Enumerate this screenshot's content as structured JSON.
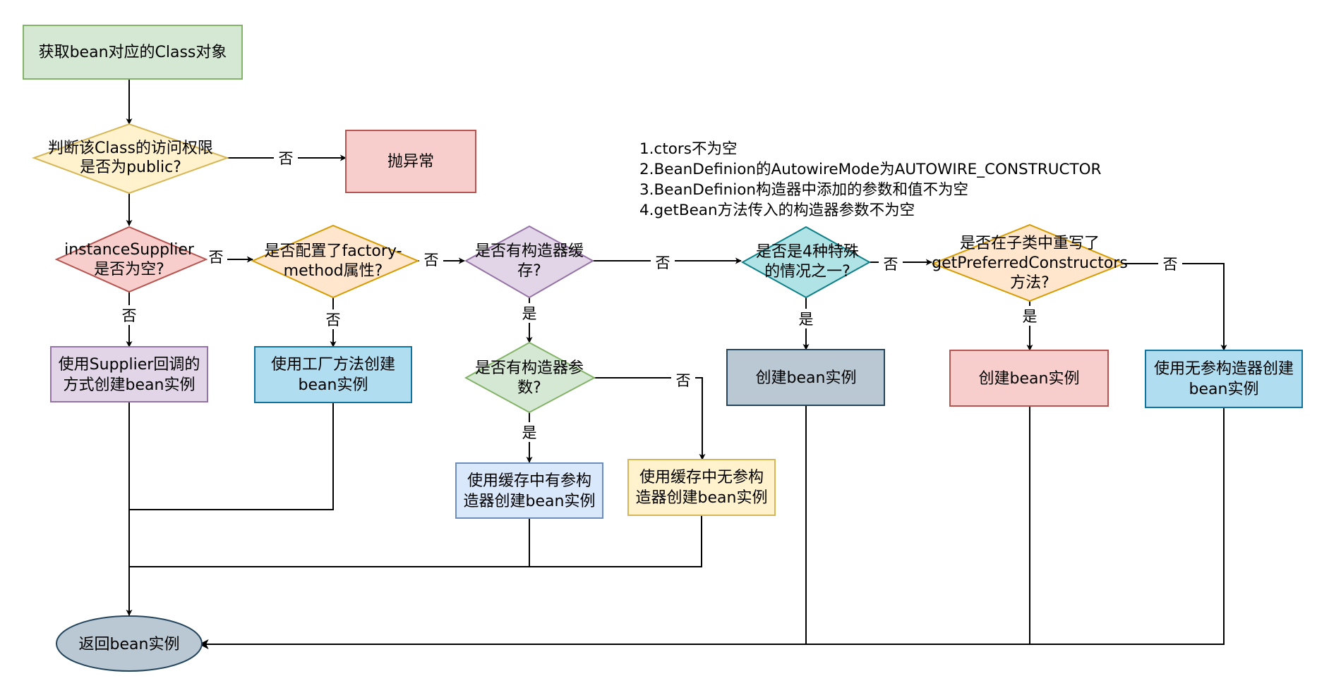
{
  "nodes": {
    "get_class": {
      "text": "获取bean对应的Class对象",
      "fill": "#d5e8d4",
      "stroke": "#82b366"
    },
    "check_public": {
      "line1": "判断该Class的访问权限",
      "line2": "是否为public?",
      "fill": "#fff2cc",
      "stroke": "#d6b656"
    },
    "throw_exception": {
      "text": "抛异常",
      "fill": "#f8cecc",
      "stroke": "#b85450"
    },
    "instance_supplier": {
      "line1": "instanceSupplier",
      "line2": "是否为空?",
      "fill": "#f8cecc",
      "stroke": "#b85450"
    },
    "factory_method": {
      "line1": "是否配置了factory-",
      "line2": "method属性?",
      "fill": "#ffe6cc",
      "stroke": "#d79b00"
    },
    "ctor_cache": {
      "line1": "是否有构造器缓",
      "line2": "存?",
      "fill": "#e1d5e7",
      "stroke": "#9673a6"
    },
    "four_cases": {
      "line1": "是否是4种特殊",
      "line2": "的情况之一?",
      "fill": "#b0e3e6",
      "stroke": "#0e8088"
    },
    "override_preferred": {
      "line1": "是否在子类中重写了",
      "line2": "getPreferredConstructors",
      "line3": "方法?",
      "fill": "#ffe6cc",
      "stroke": "#d79b00"
    },
    "use_supplier": {
      "line1": "使用Supplier回调的",
      "line2": "方式创建bean实例",
      "fill": "#e1d5e7",
      "stroke": "#9673a6"
    },
    "use_factory": {
      "line1": "使用工厂方法创建",
      "line2": "bean实例",
      "fill": "#b1ddf0",
      "stroke": "#10739e"
    },
    "ctor_args": {
      "line1": "是否有构造器参",
      "line2": "数?",
      "fill": "#d5e8d4",
      "stroke": "#82b366"
    },
    "cache_with_args": {
      "line1": "使用缓存中有参构",
      "line2": "造器创建bean实例",
      "fill": "#dae8fc",
      "stroke": "#6c8ebf"
    },
    "cache_no_args": {
      "line1": "使用缓存中无参构",
      "line2": "造器创建bean实例",
      "fill": "#fff2cc",
      "stroke": "#d6b656"
    },
    "create_bean_1": {
      "text": "创建bean实例",
      "fill": "#bac8d3",
      "stroke": "#23445d"
    },
    "create_bean_2": {
      "text": "创建bean实例",
      "fill": "#f8cecc",
      "stroke": "#b85450"
    },
    "use_no_arg_ctor": {
      "line1": "使用无参构造器创建",
      "line2": "bean实例",
      "fill": "#b1ddf0",
      "stroke": "#10739e"
    },
    "return_bean": {
      "text": "返回bean实例",
      "fill": "#bac8d3",
      "stroke": "#23445d"
    }
  },
  "edge_labels": {
    "public_no": "否",
    "supplier_no_right": "否",
    "supplier_no_down": "否",
    "factory_no": "否",
    "factory_no_down": "否",
    "cache_no": "否",
    "cache_yes": "是",
    "args_yes": "是",
    "args_no": "否",
    "four_no": "否",
    "four_yes": "是",
    "override_yes": "是",
    "override_no": "否"
  },
  "note": {
    "line1": "1.ctors不为空",
    "line2": "2.BeanDefinion的AutowireMode为AUTOWIRE_CONSTRUCTOR",
    "line3": "3.BeanDefinion构造器中添加的参数和值不为空",
    "line4": "4.getBean方法传入的构造器参数不为空"
  },
  "colors": {
    "line": "#000000"
  }
}
